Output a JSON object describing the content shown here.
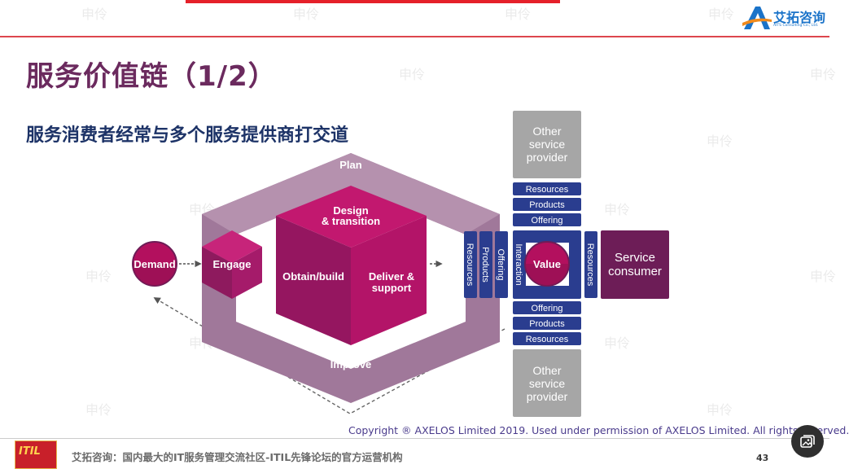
{
  "header": {
    "logo_name": "艾拓咨询",
    "logo_sub": "AITS Consulting Co., Ltd."
  },
  "slide": {
    "title": "服务价值链（1/2）",
    "subtitle": "服务消费者经常与多个服务提供商打交道"
  },
  "watermark_text": "申伶",
  "diagram": {
    "demand": "Demand",
    "engage": "Engage",
    "plan": "Plan",
    "design_transition_1": "Design",
    "design_transition_2": "& transition",
    "obtain_build": "Obtain/build",
    "deliver_support_1": "Deliver &",
    "deliver_support_2": "support",
    "improve": "Improve",
    "value": "Value",
    "interaction": "Interaction",
    "left_resources": "Resources",
    "left_products": "Products",
    "left_offering": "Offering",
    "right_resources": "Resources",
    "top_provider_1": "Other",
    "top_provider_2": "service",
    "top_provider_3": "provider",
    "top_resources": "Resources",
    "top_products": "Products",
    "top_offering": "Offering",
    "bottom_offering": "Offering",
    "bottom_products": "Products",
    "bottom_resources": "Resources",
    "bottom_provider_1": "Other",
    "bottom_provider_2": "service",
    "bottom_provider_3": "provider",
    "consumer_1": "Service",
    "consumer_2": "consumer"
  },
  "copyright": "Copyright ® AXELOS Limited 2019. Used under permission of AXELOS Limited. All rights reserved.",
  "footer": {
    "badge": "ITIL",
    "text": "艾拓咨询：国内最大的IT服务管理交流社区-ITIL先锋论坛的官方运营机构",
    "page_number": "43"
  },
  "colors": {
    "title": "#6b2a5e",
    "subtitle": "#1d3367",
    "magenta": "#b3105e",
    "plum_dark": "#6d1d57",
    "hexagon": "#a0789a",
    "navy": "#2a3d8f",
    "grey_box": "#a6a6a6"
  }
}
